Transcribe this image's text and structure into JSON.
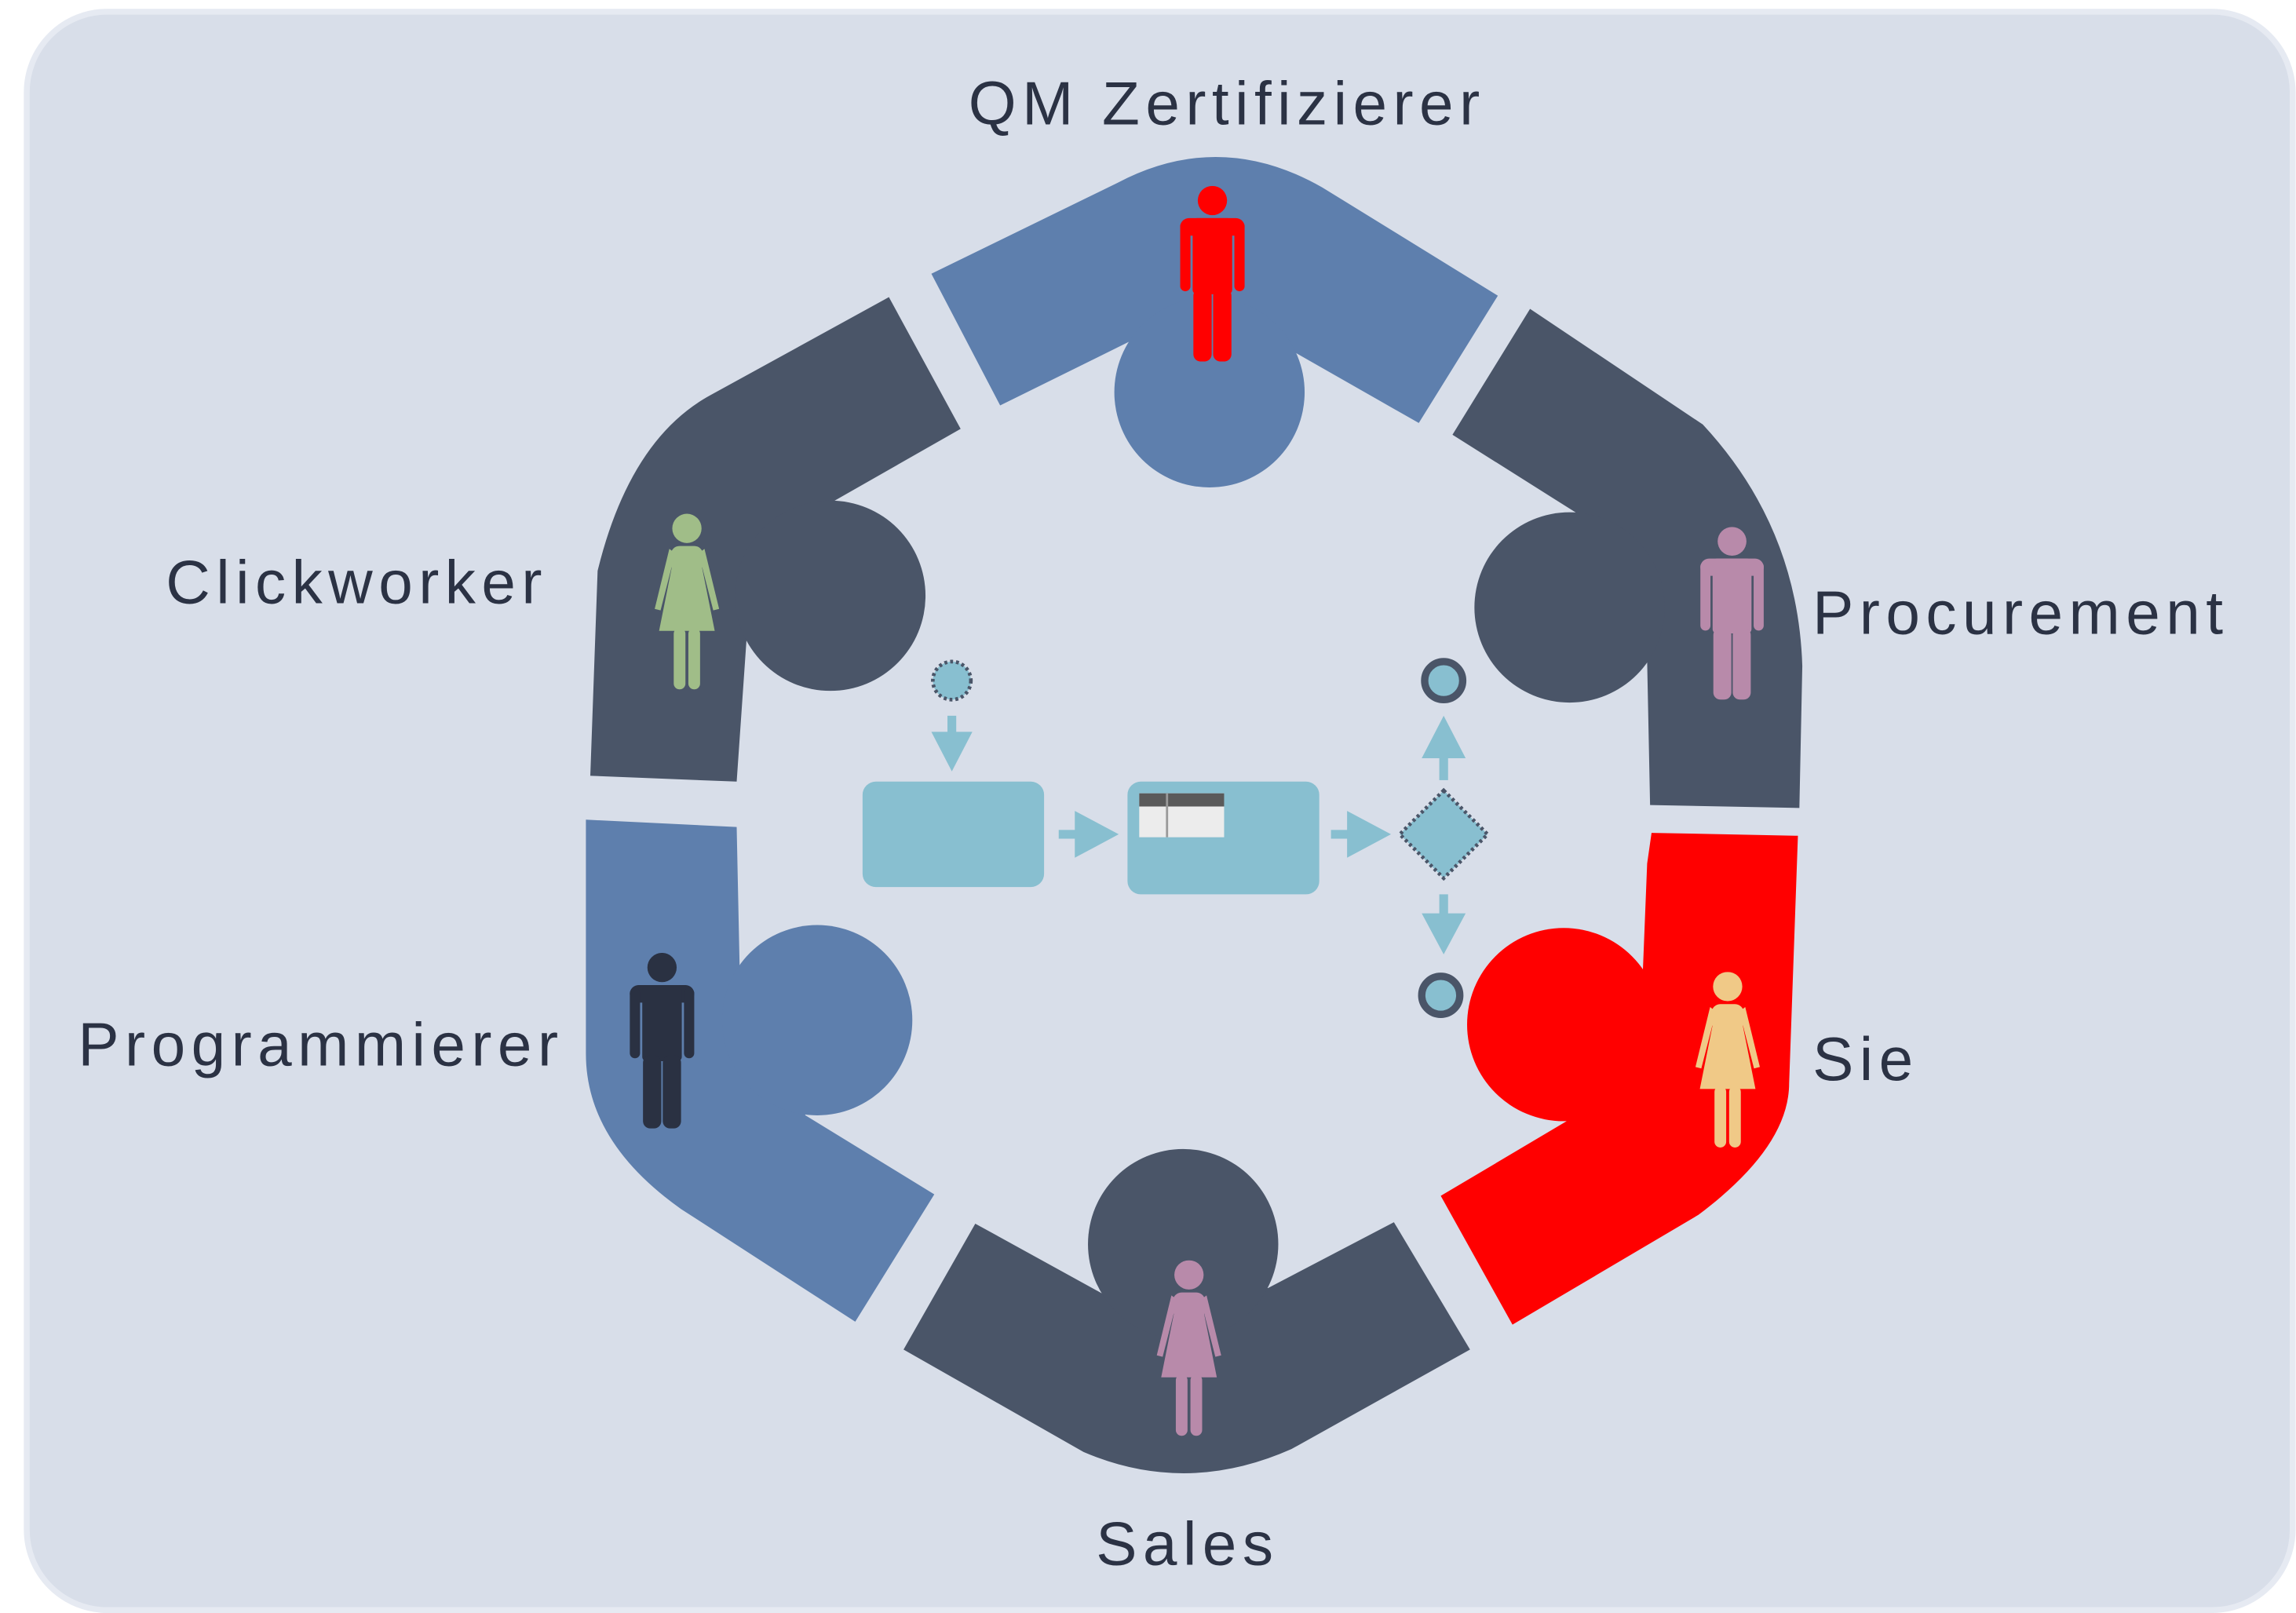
{
  "background_color": "#d8dee9",
  "label_color": "#2b3244",
  "roles": {
    "qm_zertifizierer": {
      "label": "QM Zertifizierer",
      "segment_color": "#5e7fad",
      "person_icon": "man-icon",
      "person_color": "#ff0000"
    },
    "procurement": {
      "label": "Procurement",
      "segment_color": "#4a5568",
      "person_icon": "man-icon",
      "person_color": "#b88aaa"
    },
    "sie": {
      "label": "Sie",
      "segment_color": "#ff0000",
      "person_icon": "woman-icon",
      "person_color": "#f0c987"
    },
    "sales": {
      "label": "Sales",
      "segment_color": "#4a5568",
      "person_icon": "woman-icon",
      "person_color": "#b88aaa"
    },
    "programmierer": {
      "label": "Programmierer",
      "segment_color": "#5e7fad",
      "person_icon": "man-icon",
      "person_color": "#2a3142"
    },
    "clickworker": {
      "label": "Clickworker",
      "segment_color": "#4a5568",
      "person_icon": "woman-icon",
      "person_color": "#a0bd88"
    }
  },
  "process": {
    "fill_color": "#88bfd0",
    "outline_color": "#4a5568"
  }
}
